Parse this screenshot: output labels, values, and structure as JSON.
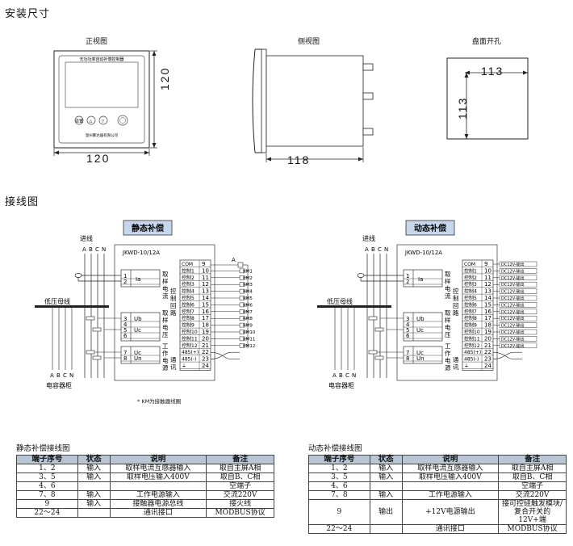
{
  "install": {
    "title": "安装尺寸",
    "front_label": "正视图",
    "side_label": "侧视图",
    "panel_label": "盘面开孔",
    "front_width": "120",
    "front_height": "120",
    "side_depth": "118",
    "cutout_w": "113",
    "cutout_h": "113",
    "device_title": "无功功率自动补偿控制器",
    "device_company": "温州繁达器有限公司",
    "btn1": "设置",
    "btn2": "△",
    "btn3": "▽"
  },
  "wiring": {
    "title": "接线图",
    "static_title": "静态补偿",
    "dynamic_title": "动态补偿",
    "model": "JKWD-10/12A",
    "inlet": "进线",
    "phases": [
      "A",
      "B",
      "C",
      "N"
    ],
    "busbar": "低压母线",
    "capacitor": "电容器柜",
    "ia": "Ia",
    "ub": "Ub",
    "uc": "Uc",
    "un": "Un",
    "left_terms": [
      "1",
      "2",
      "3",
      "4",
      "5",
      "6",
      "7",
      "8"
    ],
    "sec_current": "取样电流",
    "sec_voltage": "取样电压",
    "sec_power": "工作电源",
    "sec_control": "控制回路",
    "sec_comm": "通讯",
    "right_terms": [
      "9",
      "10",
      "11",
      "12",
      "13",
      "14",
      "15",
      "16",
      "17",
      "18",
      "19",
      "20",
      "21",
      "22",
      "23",
      "24"
    ],
    "right_labels": [
      "COM",
      "控制1",
      "控制2",
      "控制3",
      "控制4",
      "控制5",
      "控制6",
      "控制7",
      "控制8",
      "控制9",
      "控制10",
      "控制11",
      "控制12",
      "485(+)",
      "485(-)",
      "⏚"
    ],
    "km_labels": [
      "KM1",
      "KM2",
      "KM3",
      "KM4",
      "KM5",
      "KM6",
      "KM7",
      "KM8",
      "KM9",
      "KM10",
      "KM11",
      "KM12"
    ],
    "dc_label": "DC12V-输出",
    "note": "* KM为接触器线圈"
  },
  "static_table": {
    "title": "静态补偿接线图",
    "headers": [
      "端子序号",
      "状态",
      "说明",
      "备注"
    ],
    "rows": [
      [
        "1、2",
        "输入",
        "取样电流互感器输入",
        "取自主屏A相"
      ],
      [
        "3、5",
        "输入",
        "取样电压输入400V",
        "取自B、C相"
      ],
      [
        "4、6",
        "",
        "",
        "空端子"
      ],
      [
        "7、8",
        "输入",
        "工作电源输入",
        "交流220V"
      ],
      [
        "9",
        "输入",
        "接触器电源总线",
        "接火线"
      ],
      [
        "22～24",
        "",
        "通讯接口",
        "MODBUS协议"
      ]
    ]
  },
  "dynamic_table": {
    "title": "动态补偿接线图",
    "headers": [
      "端子序号",
      "状态",
      "说明",
      "备注"
    ],
    "rows": [
      [
        "1、2",
        "输入",
        "取样电流互感器输入",
        "取自主屏A相"
      ],
      [
        "3、5",
        "输入",
        "取样电压输入400V",
        "取自B、C相"
      ],
      [
        "4、6",
        "",
        "",
        "空端子"
      ],
      [
        "7、8",
        "输入",
        "工作电源输入",
        "交流220V"
      ],
      [
        "9",
        "输出",
        "+12V电源输出",
        "接可控硅触发模块/复合开关的12V+端"
      ],
      [
        "22～24",
        "",
        "通讯接口",
        "MODBUS协议"
      ]
    ]
  }
}
